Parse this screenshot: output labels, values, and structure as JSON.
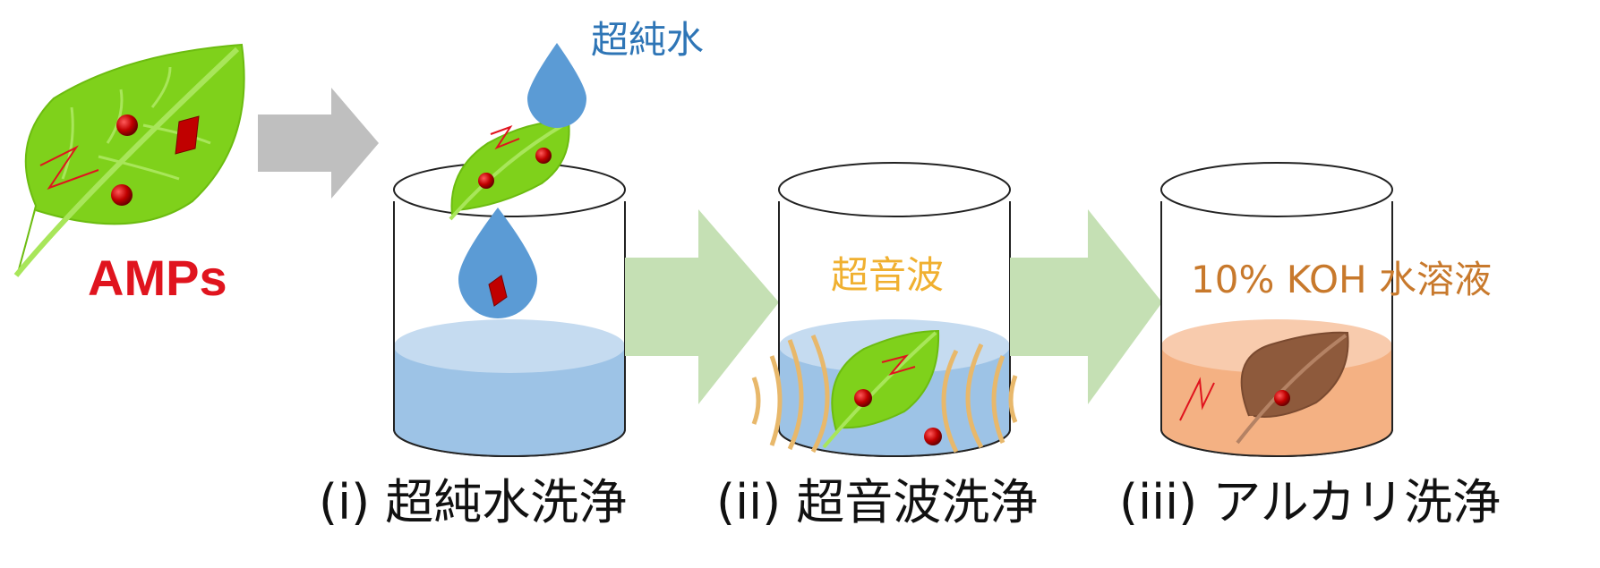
{
  "labels": {
    "amps": "AMPs",
    "pure_water": "超純水",
    "ultrasonic": "超音波",
    "koh_solution": "10% KOH 水溶液"
  },
  "steps": [
    {
      "label": "(i) 超純水洗浄"
    },
    {
      "label": "(ii) 超音波洗浄"
    },
    {
      "label": "(iii) アルカリ洗浄"
    }
  ],
  "colors": {
    "leaf_green": "#7fd11b",
    "leaf_brown": "#8e5a3c",
    "particle_red": "#c00000",
    "water_blue": "#9dc3e6",
    "water_drop": "#5b9bd5",
    "koh_fill": "#f4b183",
    "arrow_grey": "#bfbfbf",
    "arrow_green": "#c5e0b4",
    "wave_orange": "#e8b86b"
  }
}
